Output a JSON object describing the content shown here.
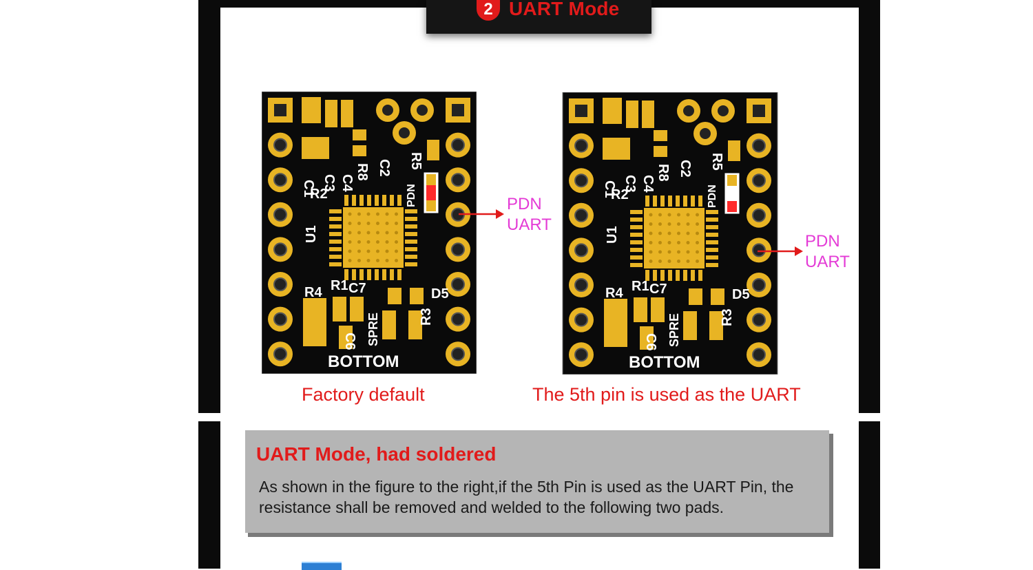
{
  "header": {
    "step_number": "2",
    "title": "UART Mode"
  },
  "boards": [
    {
      "silkscreen": [
        "C1",
        "C3",
        "C4",
        "R8",
        "C2",
        "R5",
        "PDN",
        "R2",
        "U1",
        "R4",
        "R1",
        "C7",
        "D5",
        "C6",
        "SPRE",
        "R3",
        "BOTTOM"
      ],
      "pdn_labels": [
        "PDN",
        "UART"
      ],
      "caption": "Factory default"
    },
    {
      "silkscreen": [
        "C1",
        "C3",
        "C4",
        "R8",
        "C2",
        "R5",
        "PDN",
        "R2",
        "U1",
        "R4",
        "R1",
        "C7",
        "D5",
        "C6",
        "SPRE",
        "R3",
        "BOTTOM"
      ],
      "pdn_labels": [
        "PDN",
        "UART"
      ],
      "caption": "The 5th pin is used as the UART"
    }
  ],
  "info": {
    "title": "UART Mode, had soldered",
    "body": "As shown in the figure to the right,if the 5th Pin is used as the UART Pin, the resistance shall be removed and welded to the following two pads."
  },
  "colors": {
    "accent_red": "#e11b1b",
    "pdn_label": "#e43bd6",
    "pad_gold": "#e8b424",
    "pcb": "#0a0a0a",
    "info_box": "#b5b5b5"
  },
  "icons": [
    "numbered-circle-icon",
    "arrow-right-icon",
    "blue-component-icon"
  ]
}
